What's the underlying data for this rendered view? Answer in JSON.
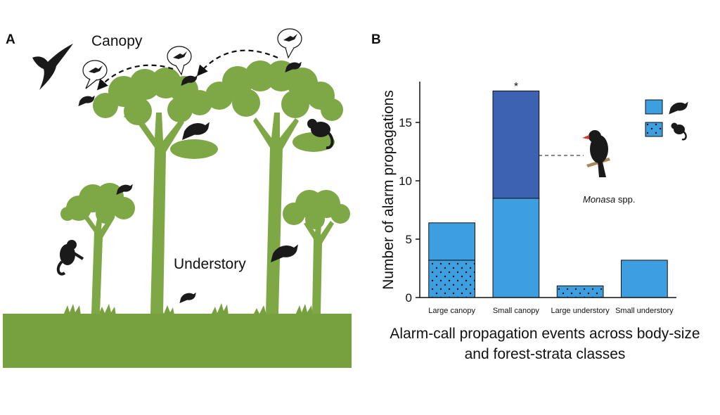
{
  "panel_a": {
    "label": "A",
    "canopy_label": "Canopy",
    "understory_label": "Understory"
  },
  "panel_b": {
    "label": "B",
    "species_label_italic": "Monasa",
    "species_label_rest": " spp.",
    "significance_mark": "*",
    "caption_line1": "Alarm-call propagation events across body-size",
    "caption_line2": "and forest-strata classes"
  },
  "colors": {
    "ground": "#76a13e",
    "tree": "#7ea846",
    "bar_light": "#3d9fe0",
    "bar_dark": "#3e62b2",
    "animal": "#1a1a1a"
  },
  "legend_icons": [
    "bird-icon",
    "monkey-icon"
  ],
  "chart_data": {
    "type": "bar",
    "stacked": true,
    "categories": [
      "Large canopy",
      "Small canopy",
      "Large understory",
      "Small understory"
    ],
    "ylabel": "Number of alarm propagations",
    "xlabel": "",
    "ylim": [
      0,
      18.5
    ],
    "yticks": [
      0,
      5,
      10,
      15
    ],
    "series": [
      {
        "pattern": "dotted",
        "color": "#3d9fe0",
        "values": [
          3.2,
          0,
          1,
          0
        ]
      },
      {
        "pattern": "solid",
        "color": "#3d9fe0",
        "values": [
          3.2,
          8.5,
          0,
          3.2
        ]
      },
      {
        "pattern": "solid",
        "color": "#3e62b2",
        "values": [
          0,
          9.2,
          0,
          0
        ]
      }
    ],
    "legend": [
      "bird-icon",
      "monkey-icon"
    ],
    "annotations": [
      "*",
      "Monasa spp."
    ]
  }
}
